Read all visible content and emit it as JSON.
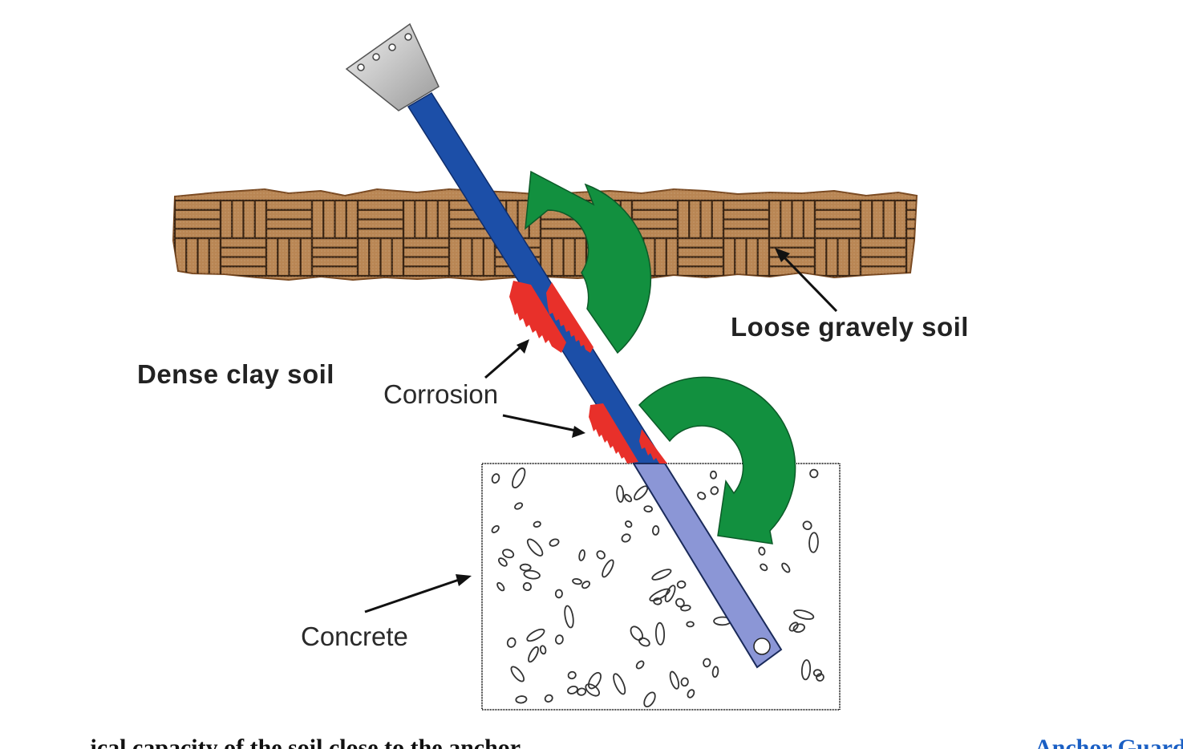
{
  "figure": {
    "labels": {
      "loose_soil": "Loose gravely soil",
      "dense_soil": "Dense clay soil",
      "corrosion": "Corrosion",
      "concrete": "Concrete"
    },
    "caption": {
      "text": "...ical capacity of the soil close to the anchor...",
      "credit_link": "Anchor Guard"
    },
    "colors": {
      "rod_in_soil": "#1c4fa8",
      "rod_in_concrete": "#8b96d6",
      "corrosion": "#e8302a",
      "rotation_arrow": "#12903f",
      "soil_fill": "#b98654",
      "soil_line": "#3a2412",
      "anchor_plate": "#c8c8c8",
      "outline": "#222222"
    },
    "icons": {
      "anchor_plate": "anchor-plate-icon",
      "rotation_arrows": "rotation-arrow-icon"
    }
  }
}
